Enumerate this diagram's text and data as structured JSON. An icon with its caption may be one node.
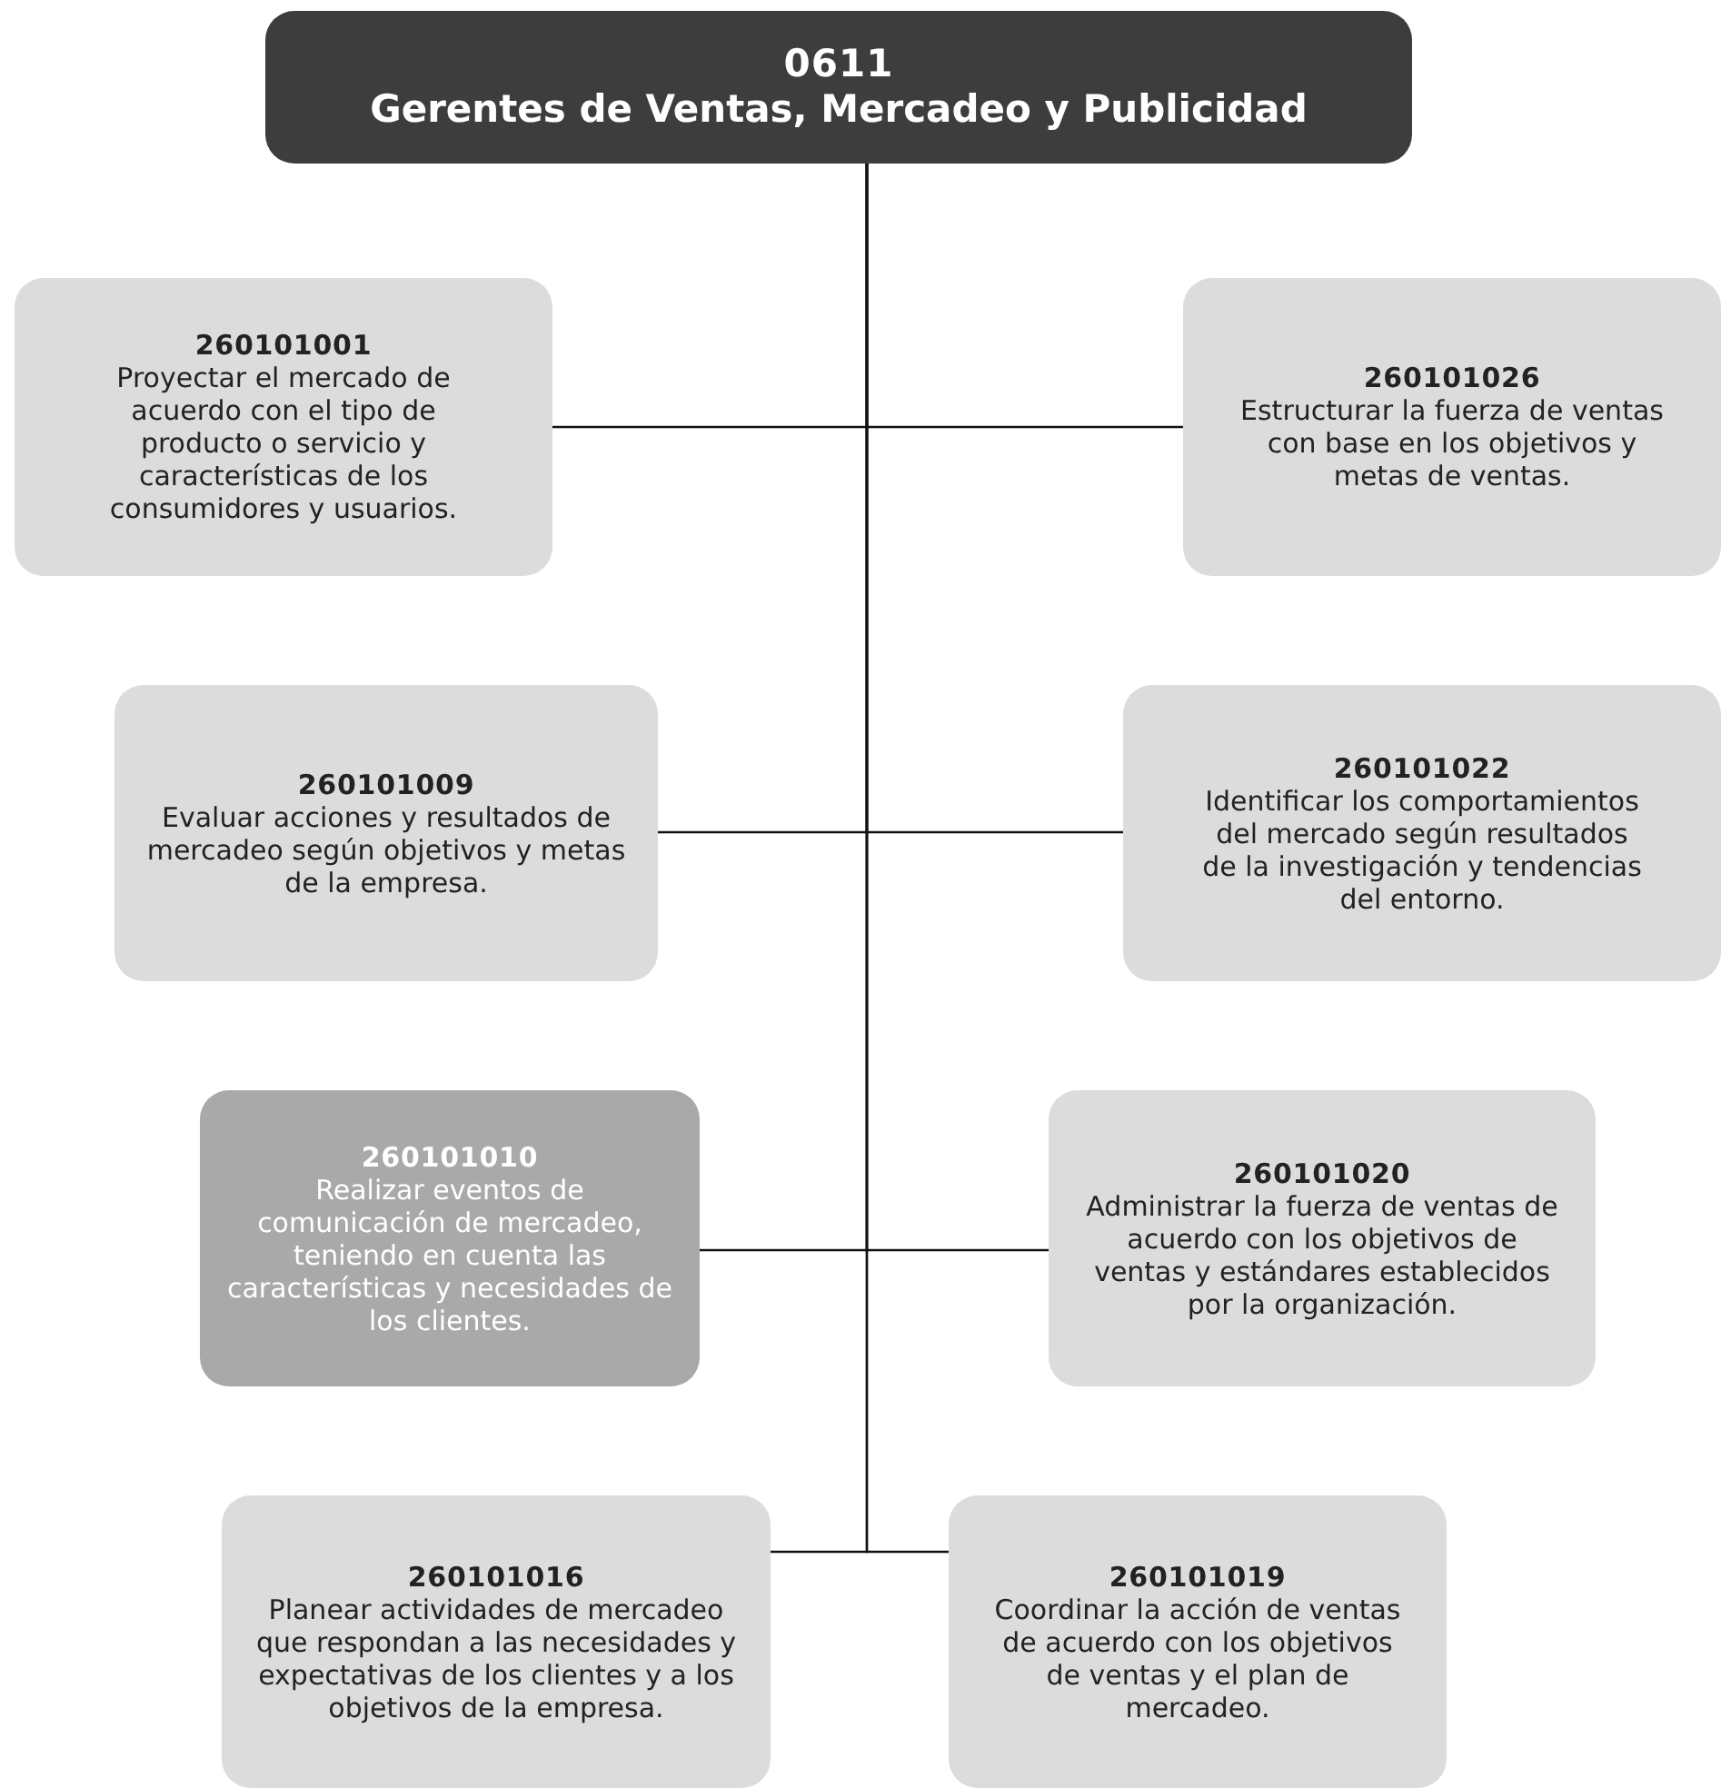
{
  "diagram": {
    "nodes": [
      {
        "text": [
          "0611",
          "Gerentes de Ventas, Mercadeo y Publicidad"
        ]
      },
      {
        "text": [
          "260101001",
          "Proyectar el mercado de acuerdo con el tipo de producto o servicio y características de los consumidores y usuarios."
        ]
      },
      {
        "text": [
          "260101026",
          "Estructurar la fuerza de ventas con base en los objetivos y metas de ventas."
        ]
      },
      {
        "text": [
          "260101009",
          "Evaluar acciones y resultados de mercadeo según objetivos y metas de la empresa."
        ]
      },
      {
        "text": [
          "260101022",
          "Identificar los comportamientos del mercado según resultados de la investigación y tendencias del entorno."
        ]
      },
      {
        "text": [
          "260101010",
          "Realizar eventos de comunicación de mercadeo, teniendo en cuenta las características y necesidades de los clientes."
        ]
      },
      {
        "text": [
          "260101020",
          "Administrar la fuerza de ventas de acuerdo con los objetivos de ventas y estándares establecidos por la organización."
        ]
      },
      {
        "text": [
          "260101016",
          "Planear actividades de mercadeo que respondan a las necesidades y expectativas de los clientes y a los objetivos de la empresa."
        ]
      },
      {
        "text": [
          "260101019",
          "Coordinar la acción de ventas de acuerdo con los objetivos de ventas y el plan de mercadeo."
        ]
      }
    ],
    "edges": [
      {
        "from": 0,
        "to": 1,
        "arrow": "none"
      },
      {
        "from": 0,
        "to": 2,
        "arrow": "none"
      },
      {
        "from": 0,
        "to": 3,
        "arrow": "none"
      },
      {
        "from": 0,
        "to": 4,
        "arrow": "none"
      },
      {
        "from": 0,
        "to": 5,
        "arrow": "none"
      },
      {
        "from": 0,
        "to": 6,
        "arrow": "none"
      },
      {
        "from": 0,
        "to": 7,
        "arrow": "none"
      },
      {
        "from": 0,
        "to": 8,
        "arrow": "none"
      }
    ]
  }
}
